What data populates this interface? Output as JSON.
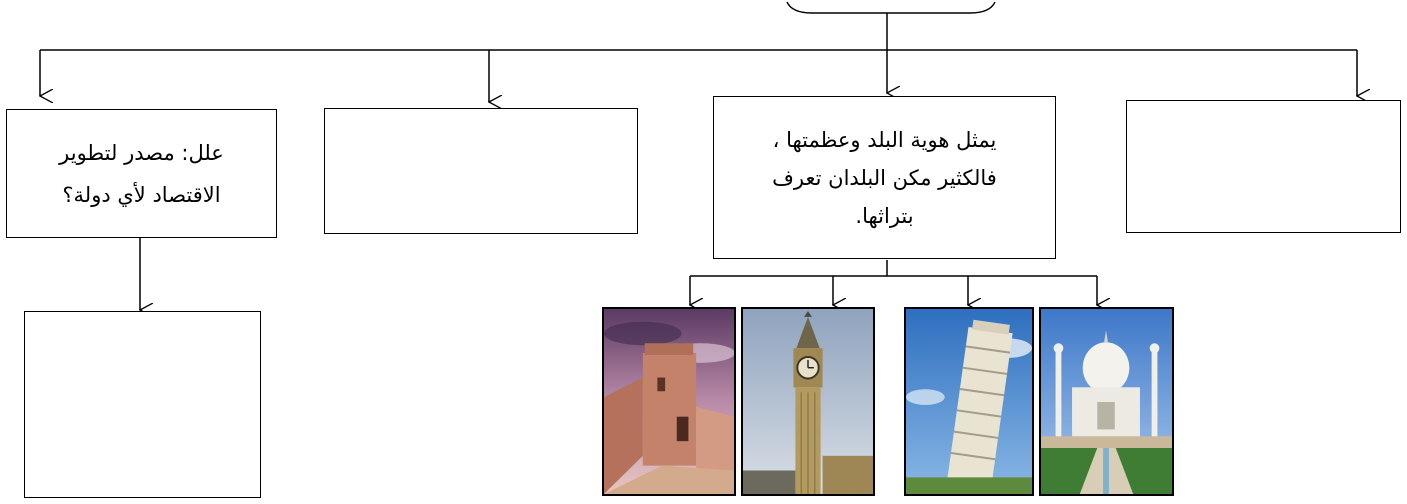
{
  "boxes": {
    "top_right": {
      "text": ""
    },
    "center": {
      "lines": [
        "يمثل هوية البلد وعظمتها ،",
        "فالكثير مكن البلدان تعرف",
        "بتراثها."
      ]
    },
    "middle_left": {
      "text": ""
    },
    "left": {
      "lines": [
        "علل: مصدر لتطوير",
        "الاقتصاد لأي دولة؟"
      ]
    },
    "bottom_left": {
      "text": ""
    }
  },
  "images": [
    {
      "name": "desert-fort-image"
    },
    {
      "name": "clock-tower-image"
    },
    {
      "name": "leaning-tower-image"
    },
    {
      "name": "domed-mausoleum-image"
    }
  ]
}
